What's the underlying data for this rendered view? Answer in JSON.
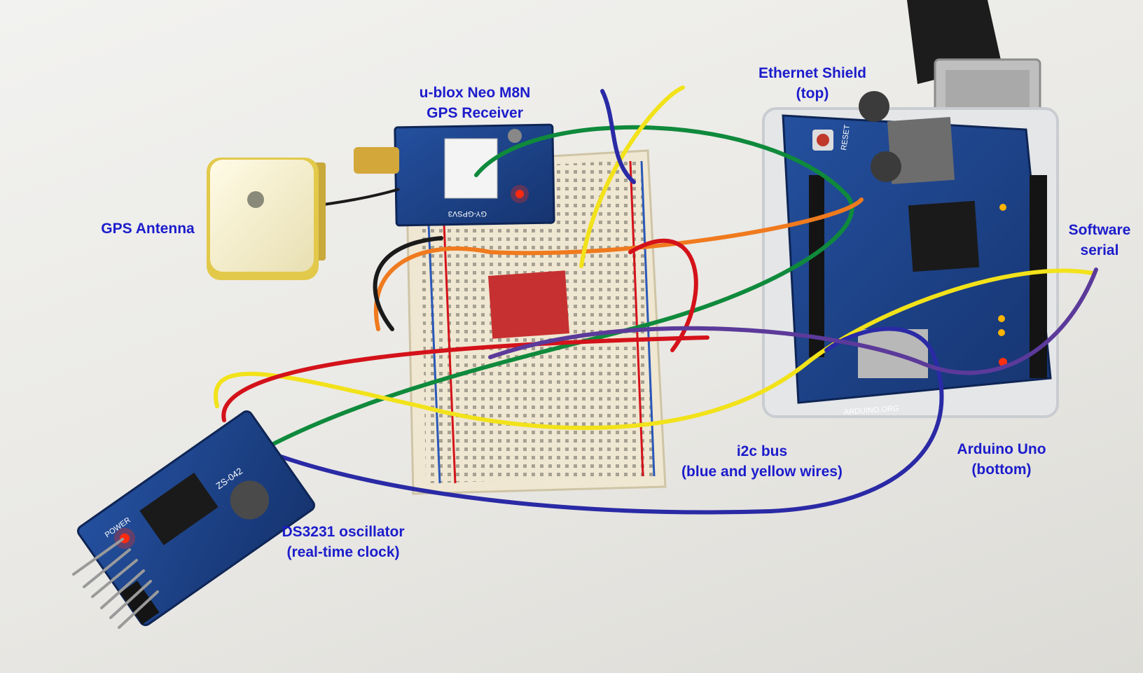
{
  "labels": {
    "gps_receiver": {
      "line1": "u-blox Neo M8N",
      "line2": "GPS Receiver"
    },
    "ethernet_shield": {
      "line1": "Ethernet Shield",
      "line2": "(top)"
    },
    "gps_antenna": {
      "line1": "GPS Antenna"
    },
    "software_serial": {
      "line1": "Software",
      "line2": "serial"
    },
    "i2c_bus": {
      "line1": "i2c bus",
      "line2": "(blue and yellow wires)"
    },
    "arduino_uno": {
      "line1": "Arduino Uno",
      "line2": "(bottom)"
    },
    "ds3231": {
      "line1": "DS3231 oscillator",
      "line2": "(real-time clock)"
    }
  },
  "board_text": {
    "gps_module": "GY-GPSV3",
    "rtc_module": "ZS-042",
    "rtc_power": "POWER",
    "arduino_site": "ARDUINO.ORG",
    "reset": "RESET"
  },
  "colors": {
    "label": "#1c1ccc",
    "pcb_blue": "#1d3f86",
    "wire_red": "#d4121a",
    "wire_yellow": "#f2e21a",
    "wire_green": "#0f8a3c",
    "wire_orange": "#f07a1e",
    "wire_blue": "#2a2aa6",
    "wire_purple": "#5b3a9a",
    "wire_black": "#1a1a1a"
  }
}
